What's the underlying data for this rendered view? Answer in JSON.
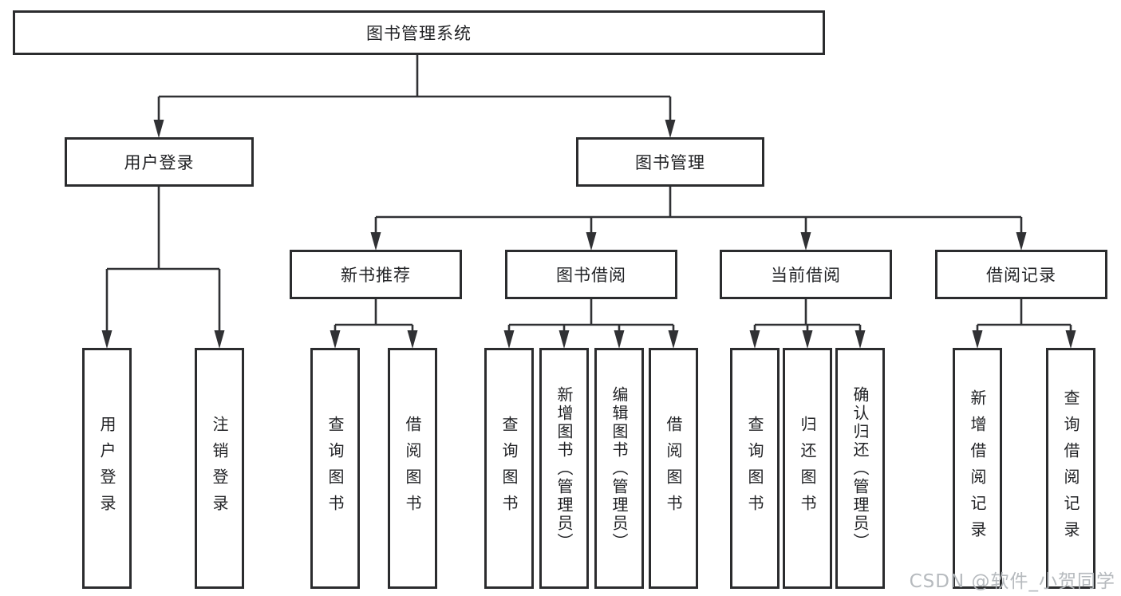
{
  "diagram": {
    "title": "图书管理系统",
    "branches": [
      {
        "label": "用户登录",
        "leaves": [
          "用户登录",
          "注销登录"
        ]
      },
      {
        "label": "图书管理",
        "groups": [
          {
            "label": "新书推荐",
            "leaves": [
              "查询图书",
              "借阅图书"
            ]
          },
          {
            "label": "图书借阅",
            "leaves": [
              "查询图书",
              "新增图书（管理员）",
              "编辑图书（管理员）",
              "借阅图书"
            ]
          },
          {
            "label": "当前借阅",
            "leaves": [
              "查询图书",
              "归还图书",
              "确认归还（管理员）"
            ]
          },
          {
            "label": "借阅记录",
            "leaves": [
              "新增借阅记录",
              "查询借阅记录"
            ]
          }
        ]
      }
    ]
  },
  "watermark": {
    "text": "CSDN @软件_小贺同学"
  },
  "colors": {
    "line": "#303134",
    "box_border": "#2b2c2e",
    "text": "#222326",
    "watermark": "#b2b6ba",
    "background": "#ffffff"
  }
}
